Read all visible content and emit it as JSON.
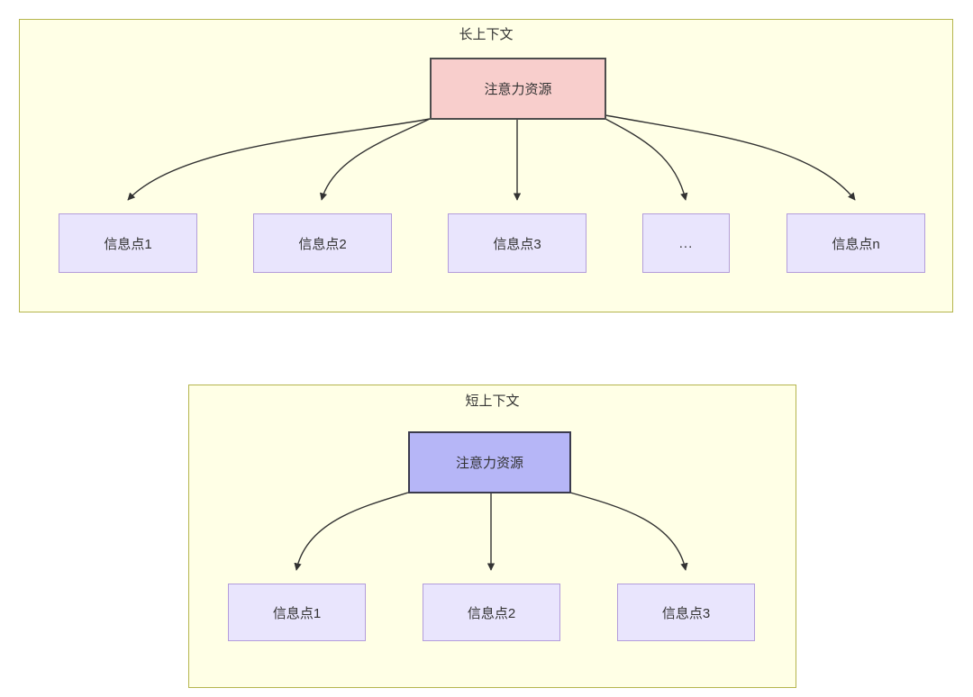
{
  "diagram": {
    "type": "concept-diagram",
    "background": "#ffffff",
    "colors": {
      "group_fill": "#ffffe6",
      "group_border": "#b5b54d",
      "attention_long_fill": "#f8cecc",
      "attention_long_border": "#4d4d4d",
      "attention_short_fill": "#b6b6f7",
      "attention_short_border": "#3b3b4d",
      "info_fill": "#e9e5fd",
      "info_border": "#b39ddb",
      "edge_stroke": "#333333",
      "text": "#333333"
    },
    "groups": [
      {
        "id": "long-context",
        "title": "长上下文",
        "root": {
          "id": "attention-long",
          "label": "注意力资源"
        },
        "children": [
          {
            "id": "info-1",
            "label": "信息点1"
          },
          {
            "id": "info-2",
            "label": "信息点2"
          },
          {
            "id": "info-3",
            "label": "信息点3"
          },
          {
            "id": "info-ellipsis",
            "label": "..."
          },
          {
            "id": "info-n",
            "label": "信息点n"
          }
        ]
      },
      {
        "id": "short-context",
        "title": "短上下文",
        "root": {
          "id": "attention-short",
          "label": "注意力资源"
        },
        "children": [
          {
            "id": "short-info-1",
            "label": "信息点1"
          },
          {
            "id": "short-info-2",
            "label": "信息点2"
          },
          {
            "id": "short-info-3",
            "label": "信息点3"
          }
        ]
      }
    ]
  }
}
